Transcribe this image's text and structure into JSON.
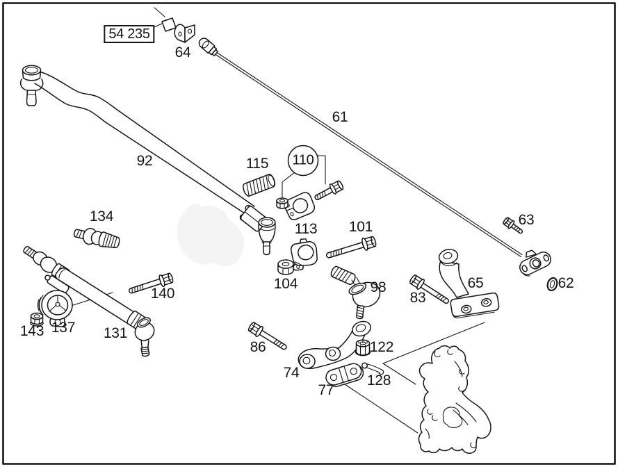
{
  "diagram": {
    "kind": "exploded parts diagram",
    "subject": "steering linkage",
    "boxed_group_code": "54 235",
    "circled_callout": "110",
    "part_callouts": [
      "54 235",
      "61",
      "62",
      "63",
      "64",
      "65",
      "74",
      "77",
      "83",
      "86",
      "92",
      "98",
      "101",
      "104",
      "110",
      "113",
      "115",
      "122",
      "128",
      "131",
      "134",
      "137",
      "140",
      "143"
    ]
  },
  "labels": {
    "p54_235": "54 235",
    "p61": "61",
    "p62": "62",
    "p63": "63",
    "p64": "64",
    "p65": "65",
    "p74": "74",
    "p77": "77",
    "p83": "83",
    "p86": "86",
    "p92": "92",
    "p98": "98",
    "p101": "101",
    "p104": "104",
    "p110": "110",
    "p113": "113",
    "p115": "115",
    "p122": "122",
    "p128": "128",
    "p131": "131",
    "p134": "134",
    "p137": "137",
    "p140": "140",
    "p143": "143"
  },
  "colors": {
    "line": "#141414",
    "background": "#ffffff"
  }
}
